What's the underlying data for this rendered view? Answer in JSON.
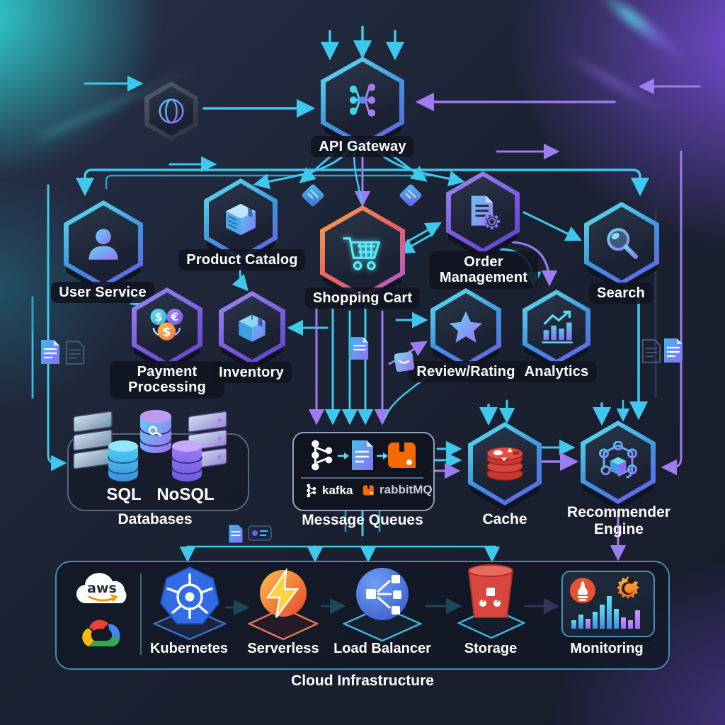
{
  "nodes": {
    "api_gateway": {
      "label": "API Gateway"
    },
    "user_service": {
      "label": "User Service"
    },
    "product_catalog": {
      "label": "Product Catalog"
    },
    "shopping_cart": {
      "label": "Shopping Cart"
    },
    "order_management": {
      "label": "Order Management"
    },
    "search": {
      "label": "Search"
    },
    "payment_processing": {
      "label": "Payment Processing"
    },
    "inventory": {
      "label": "Inventory"
    },
    "review_rating": {
      "label": "Review/Rating"
    },
    "analytics": {
      "label": "Analytics"
    },
    "cache": {
      "label": "Cache"
    },
    "recommender_engine": {
      "label": "Recommender Engine"
    }
  },
  "databases": {
    "label": "Databases",
    "sql_label": "SQL",
    "nosql_label": "NoSQL"
  },
  "message_queues": {
    "label": "Message Queues",
    "kafka_label": "kafka",
    "rabbitmq_label": "rabbitMQ"
  },
  "cloud": {
    "label": "Cloud Infrastructure",
    "aws_label": "aws",
    "items": {
      "kubernetes": "Kubernetes",
      "serverless": "Serverless",
      "load_balancer": "Load Balancer",
      "storage": "Storage",
      "monitoring": "Monitoring"
    }
  },
  "colors": {
    "arrow_cyan": "#3fc8ee",
    "arrow_purple": "#9d7bf2",
    "teal_glow": "#2fd9d4",
    "purple_glow": "#7e50e2",
    "redis_red": "#c9372e",
    "rabbitmq_orange": "#f56a00",
    "kubernetes_blue": "#326ce5",
    "storage_red": "#d8473d",
    "prometheus_orange": "#e6522c",
    "grafana_orange": "#f4a100"
  }
}
